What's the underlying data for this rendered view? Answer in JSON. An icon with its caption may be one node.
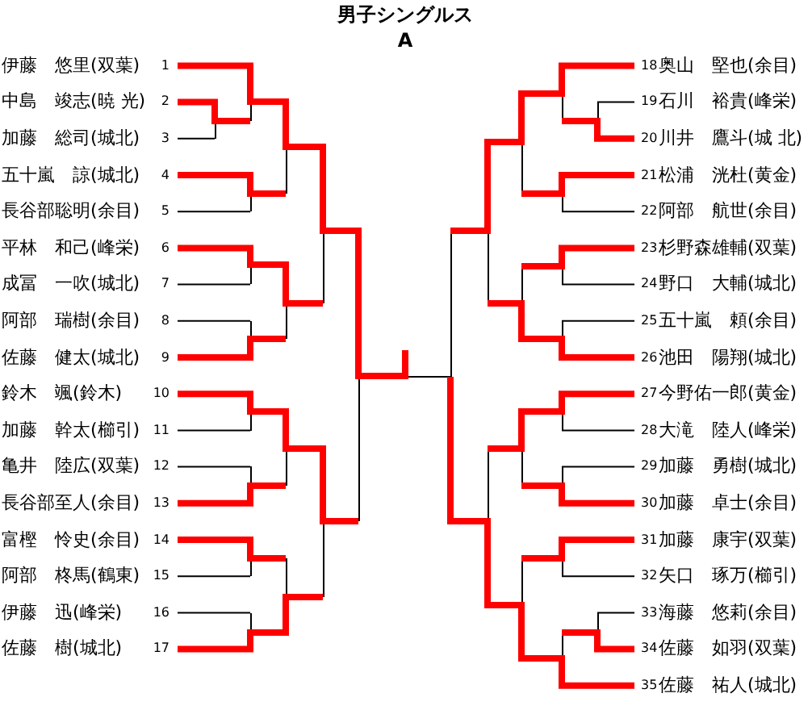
{
  "diagram": {
    "title": "男子シングルス",
    "nodes": [
      {
        "text": [
          "伊藤　悠里(双葉)"
        ],
        "beside": [
          "1"
        ]
      },
      {
        "text": [
          "中島　竣志(暁 光)"
        ],
        "beside": [
          "2"
        ]
      },
      {
        "text": [
          "加藤　総司(城北)"
        ],
        "beside": [
          "3"
        ]
      },
      {
        "text": [
          "五十嵐　諒(城北)"
        ],
        "beside": [
          "4"
        ]
      },
      {
        "text": [
          "長谷部聡明(余目)"
        ],
        "beside": [
          "5"
        ]
      },
      {
        "text": [
          "平林　和己(峰栄)"
        ],
        "beside": [
          "6"
        ]
      },
      {
        "text": [
          "成冨　一吹(城北)"
        ],
        "beside": [
          "7"
        ]
      },
      {
        "text": [
          "阿部　瑞樹(余目)"
        ],
        "beside": [
          "8"
        ]
      },
      {
        "text": [
          "佐藤　健太(城北)"
        ],
        "beside": [
          "9"
        ]
      },
      {
        "text": [
          "鈴木　颯(鈴木)"
        ],
        "beside": [
          "10"
        ]
      },
      {
        "text": [
          "加藤　幹太(櫛引)"
        ],
        "beside": [
          "11"
        ]
      },
      {
        "text": [
          "亀井　陸広(双葉)"
        ],
        "beside": [
          "12"
        ]
      },
      {
        "text": [
          "長谷部至人(余目)"
        ],
        "beside": [
          "13"
        ]
      },
      {
        "text": [
          "富樫　怜史(余目)"
        ],
        "beside": [
          "14"
        ]
      },
      {
        "text": [
          "阿部　柊馬(鶴東)"
        ],
        "beside": [
          "15"
        ]
      },
      {
        "text": [
          "伊藤　迅(峰栄)"
        ],
        "beside": [
          "16"
        ]
      },
      {
        "text": [
          "佐藤　樹(城北)"
        ],
        "beside": [
          "17"
        ]
      },
      {
        "text": [
          "奥山　堅也(余目)"
        ],
        "beside": [
          "18"
        ]
      },
      {
        "text": [
          "石川　裕貴(峰栄)"
        ],
        "beside": [
          "19"
        ]
      },
      {
        "text": [
          "川井　鷹斗(城 北)"
        ],
        "beside": [
          "20"
        ]
      },
      {
        "text": [
          "松浦　洸杜(黄金)"
        ],
        "beside": [
          "21"
        ]
      },
      {
        "text": [
          "阿部　航世(余目)"
        ],
        "beside": [
          "22"
        ]
      },
      {
        "text": [
          "杉野森雄輔(双葉)"
        ],
        "beside": [
          "23"
        ]
      },
      {
        "text": [
          "野口　大輔(城北)"
        ],
        "beside": [
          "24"
        ]
      },
      {
        "text": [
          "五十嵐　頼(余目)"
        ],
        "beside": [
          "25"
        ]
      },
      {
        "text": [
          "池田　陽翔(城北)"
        ],
        "beside": [
          "26"
        ]
      },
      {
        "text": [
          "今野佑一郎(黄金)"
        ],
        "beside": [
          "27"
        ]
      },
      {
        "text": [
          "大滝　陸人(峰栄)"
        ],
        "beside": [
          "28"
        ]
      },
      {
        "text": [
          "加藤　勇樹(城北)"
        ],
        "beside": [
          "29"
        ]
      },
      {
        "text": [
          "加藤　卓士(余目)"
        ],
        "beside": [
          "30"
        ]
      },
      {
        "text": [
          "加藤　康宇(双葉)"
        ],
        "beside": [
          "31"
        ]
      },
      {
        "text": [
          "矢口　琢万(櫛引)"
        ],
        "beside": [
          "32"
        ]
      },
      {
        "text": [
          "海藤　悠莉(余目)"
        ],
        "beside": [
          "33"
        ]
      },
      {
        "text": [
          "佐藤　如羽(双葉)"
        ],
        "beside": [
          "34"
        ]
      },
      {
        "text": [
          "佐藤　祐人(城北)"
        ],
        "beside": [
          "35"
        ]
      },
      {
        "text": [],
        "shape": "bar"
      },
      {
        "text": [],
        "shape": "bar"
      },
      {
        "text": [],
        "shape": "bar"
      },
      {
        "text": [],
        "shape": "bar"
      },
      {
        "text": [],
        "shape": "bar"
      },
      {
        "text": [],
        "shape": "bar"
      },
      {
        "text": [],
        "shape": "bar"
      },
      {
        "text": [],
        "shape": "bar"
      },
      {
        "text": [],
        "shape": "bar"
      },
      {
        "text": [],
        "shape": "bar"
      },
      {
        "text": [],
        "shape": "bar"
      },
      {
        "text": [],
        "shape": "bar"
      },
      {
        "text": [],
        "shape": "bar"
      },
      {
        "text": [],
        "shape": "bar"
      },
      {
        "text": [],
        "shape": "bar"
      },
      {
        "text": [],
        "shape": "bar"
      },
      {
        "text": [],
        "shape": "bar"
      },
      {
        "text": [],
        "shape": "bar"
      },
      {
        "text": [],
        "shape": "bar"
      },
      {
        "text": [],
        "shape": "bar"
      },
      {
        "text": [],
        "shape": "bar"
      },
      {
        "text": [],
        "shape": "bar"
      },
      {
        "text": [],
        "shape": "bar"
      },
      {
        "text": [],
        "shape": "bar"
      },
      {
        "text": [],
        "shape": "bar"
      },
      {
        "text": [],
        "shape": "bar"
      },
      {
        "text": [],
        "shape": "bar"
      },
      {
        "text": [],
        "shape": "bar"
      },
      {
        "text": [],
        "shape": "bar"
      },
      {
        "text": [],
        "shape": "bar"
      },
      {
        "text": [],
        "shape": "bar"
      },
      {
        "text": [],
        "shape": "bar"
      },
      {
        "text": [],
        "shape": "bar"
      },
      {
        "text": [],
        "shape": "bar"
      }
    ],
    "edges": [
      {
        "from": 0,
        "to": null,
        "arrow": "none"
      },
      {
        "from": 1,
        "to": 36,
        "arrow": "none"
      },
      {
        "from": 2,
        "to": 35,
        "arrow": "none",
        "color": "#000000"
      },
      {
        "from": 3,
        "to": 44,
        "arrow": "none"
      },
      {
        "from": 4,
        "to": 37,
        "arrow": "none",
        "color": "#000000"
      },
      {
        "from": 5,
        "to": 48,
        "arrow": "none"
      },
      {
        "from": 6,
        "to": 38,
        "arrow": "none",
        "color": "#000000"
      },
      {
        "from": 7,
        "to": 39,
        "arrow": "none",
        "color": "#000000"
      },
      {
        "from": 8,
        "to": 45,
        "arrow": "none"
      },
      {
        "from": 9,
        "to": 50,
        "arrow": "none"
      },
      {
        "from": 10,
        "to": 40,
        "arrow": "none",
        "color": "#000000"
      },
      {
        "from": 11,
        "to": 41,
        "arrow": "none",
        "color": "#000000"
      },
      {
        "from": 12,
        "to": 46,
        "arrow": "none"
      },
      {
        "from": 13,
        "to": 47,
        "arrow": "none"
      },
      {
        "from": 14,
        "to": 42,
        "arrow": "none",
        "color": "#000000"
      },
      {
        "from": 15,
        "to": 43,
        "arrow": "none",
        "color": "#000000"
      },
      {
        "from": 16,
        "to": 49,
        "arrow": "none"
      },
      {
        "from": 17,
        "to": 52,
        "arrow": "none"
      },
      {
        "from": 18,
        "to": 67,
        "arrow": "none",
        "color": "#000000"
      },
      {
        "from": 19,
        "to": 59,
        "arrow": "none"
      },
      {
        "from": 20,
        "to": 55,
        "arrow": "none"
      },
      {
        "from": 21,
        "to": 60,
        "arrow": "none",
        "color": "#000000"
      },
      {
        "from": 22,
        "to": 56,
        "arrow": "none"
      },
      {
        "from": 23,
        "to": 61,
        "arrow": "none",
        "color": "#000000"
      },
      {
        "from": 24,
        "to": 62,
        "arrow": "none",
        "color": "#000000"
      },
      {
        "from": 25,
        "to": 53,
        "arrow": "none"
      },
      {
        "from": 26,
        "to": 54,
        "arrow": "none"
      },
      {
        "from": 27,
        "to": 63,
        "arrow": "none",
        "color": "#000000"
      },
      {
        "from": 28,
        "to": 64,
        "arrow": "none",
        "color": "#000000"
      },
      {
        "from": 29,
        "to": 57,
        "arrow": "none"
      },
      {
        "from": 30,
        "to": 58,
        "arrow": "none"
      },
      {
        "from": 31,
        "to": 65,
        "arrow": "none",
        "color": "#000000"
      },
      {
        "from": 32,
        "to": 68,
        "arrow": "none",
        "color": "#000000"
      },
      {
        "from": 33,
        "to": 66,
        "arrow": "none"
      },
      {
        "from": 34,
        "to": 51,
        "arrow": "none"
      }
    ],
    "labels": [
      "A"
    ]
  }
}
